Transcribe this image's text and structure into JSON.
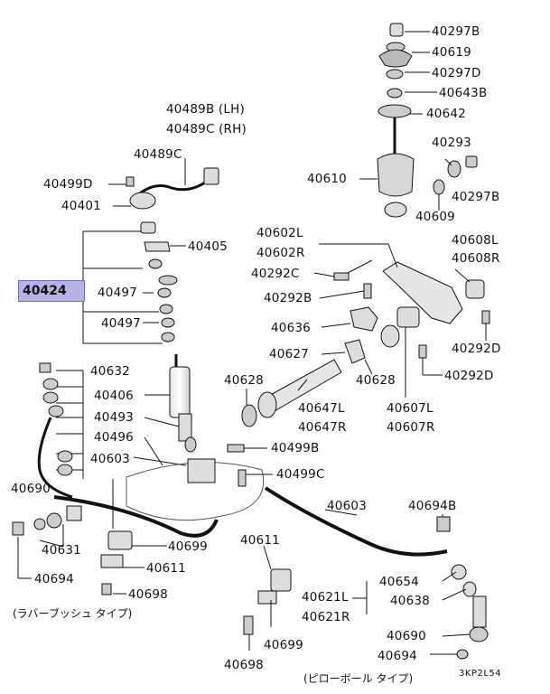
{
  "diagram": {
    "highlighted_part": "40424",
    "labels": [
      {
        "id": "p40297b_top",
        "text": "40297B"
      },
      {
        "id": "p40619",
        "text": "40619"
      },
      {
        "id": "p40297d",
        "text": "40297D"
      },
      {
        "id": "p40643b",
        "text": "40643B"
      },
      {
        "id": "p40642",
        "text": "40642"
      },
      {
        "id": "p40489b",
        "text": "40489B (LH)"
      },
      {
        "id": "p40489c",
        "text": "40489C (RH)"
      },
      {
        "id": "p40293",
        "text": "40293"
      },
      {
        "id": "p40489c2",
        "text": "40489C"
      },
      {
        "id": "p40610",
        "text": "40610"
      },
      {
        "id": "p40499d",
        "text": "40499D"
      },
      {
        "id": "p40297b_right",
        "text": "40297B"
      },
      {
        "id": "p40401",
        "text": "40401"
      },
      {
        "id": "p40609",
        "text": "40609"
      },
      {
        "id": "p40602l",
        "text": "40602L"
      },
      {
        "id": "p40602r",
        "text": "40602R"
      },
      {
        "id": "p40608l",
        "text": "40608L"
      },
      {
        "id": "p40608r",
        "text": "40608R"
      },
      {
        "id": "p40405",
        "text": "40405"
      },
      {
        "id": "p40292c",
        "text": "40292C"
      },
      {
        "id": "p40497a",
        "text": "40497"
      },
      {
        "id": "p40292b",
        "text": "40292B"
      },
      {
        "id": "p40497b",
        "text": "40497"
      },
      {
        "id": "p40636",
        "text": "40636"
      },
      {
        "id": "p40292d_a",
        "text": "40292D"
      },
      {
        "id": "p40627",
        "text": "40627"
      },
      {
        "id": "p40292d_b",
        "text": "40292D"
      },
      {
        "id": "p40632",
        "text": "40632"
      },
      {
        "id": "p40628a",
        "text": "40628"
      },
      {
        "id": "p40628b",
        "text": "40628"
      },
      {
        "id": "p40406",
        "text": "40406"
      },
      {
        "id": "p40647l",
        "text": "40647L"
      },
      {
        "id": "p40607l",
        "text": "40607L"
      },
      {
        "id": "p40493",
        "text": "40493"
      },
      {
        "id": "p40647r",
        "text": "40647R"
      },
      {
        "id": "p40607r",
        "text": "40607R"
      },
      {
        "id": "p40496",
        "text": "40496"
      },
      {
        "id": "p40499b",
        "text": "40499B"
      },
      {
        "id": "p40603a",
        "text": "40603"
      },
      {
        "id": "p40499c",
        "text": "40499C"
      },
      {
        "id": "p40690a",
        "text": "40690"
      },
      {
        "id": "p40603b",
        "text": "40603"
      },
      {
        "id": "p40694b",
        "text": "40694B"
      },
      {
        "id": "p40631",
        "text": "40631"
      },
      {
        "id": "p40699a",
        "text": "40699"
      },
      {
        "id": "p40611a",
        "text": "40611"
      },
      {
        "id": "p40694a",
        "text": "40694"
      },
      {
        "id": "p40611b",
        "text": "40611"
      },
      {
        "id": "p40654",
        "text": "40654"
      },
      {
        "id": "p40638",
        "text": "40638"
      },
      {
        "id": "p40698a",
        "text": "40698"
      },
      {
        "id": "p40621l",
        "text": "40621L"
      },
      {
        "id": "p40621r",
        "text": "40621R"
      },
      {
        "id": "p40690b",
        "text": "40690"
      },
      {
        "id": "p40699b",
        "text": "40699"
      },
      {
        "id": "p40694c",
        "text": "40694"
      },
      {
        "id": "p40698b",
        "text": "40698"
      }
    ],
    "captions": {
      "rubber_bush": "(ラバーブッシュ タイプ)",
      "pillow_ball": "(ピローボール タイプ)",
      "code": "3KP2L54"
    }
  }
}
